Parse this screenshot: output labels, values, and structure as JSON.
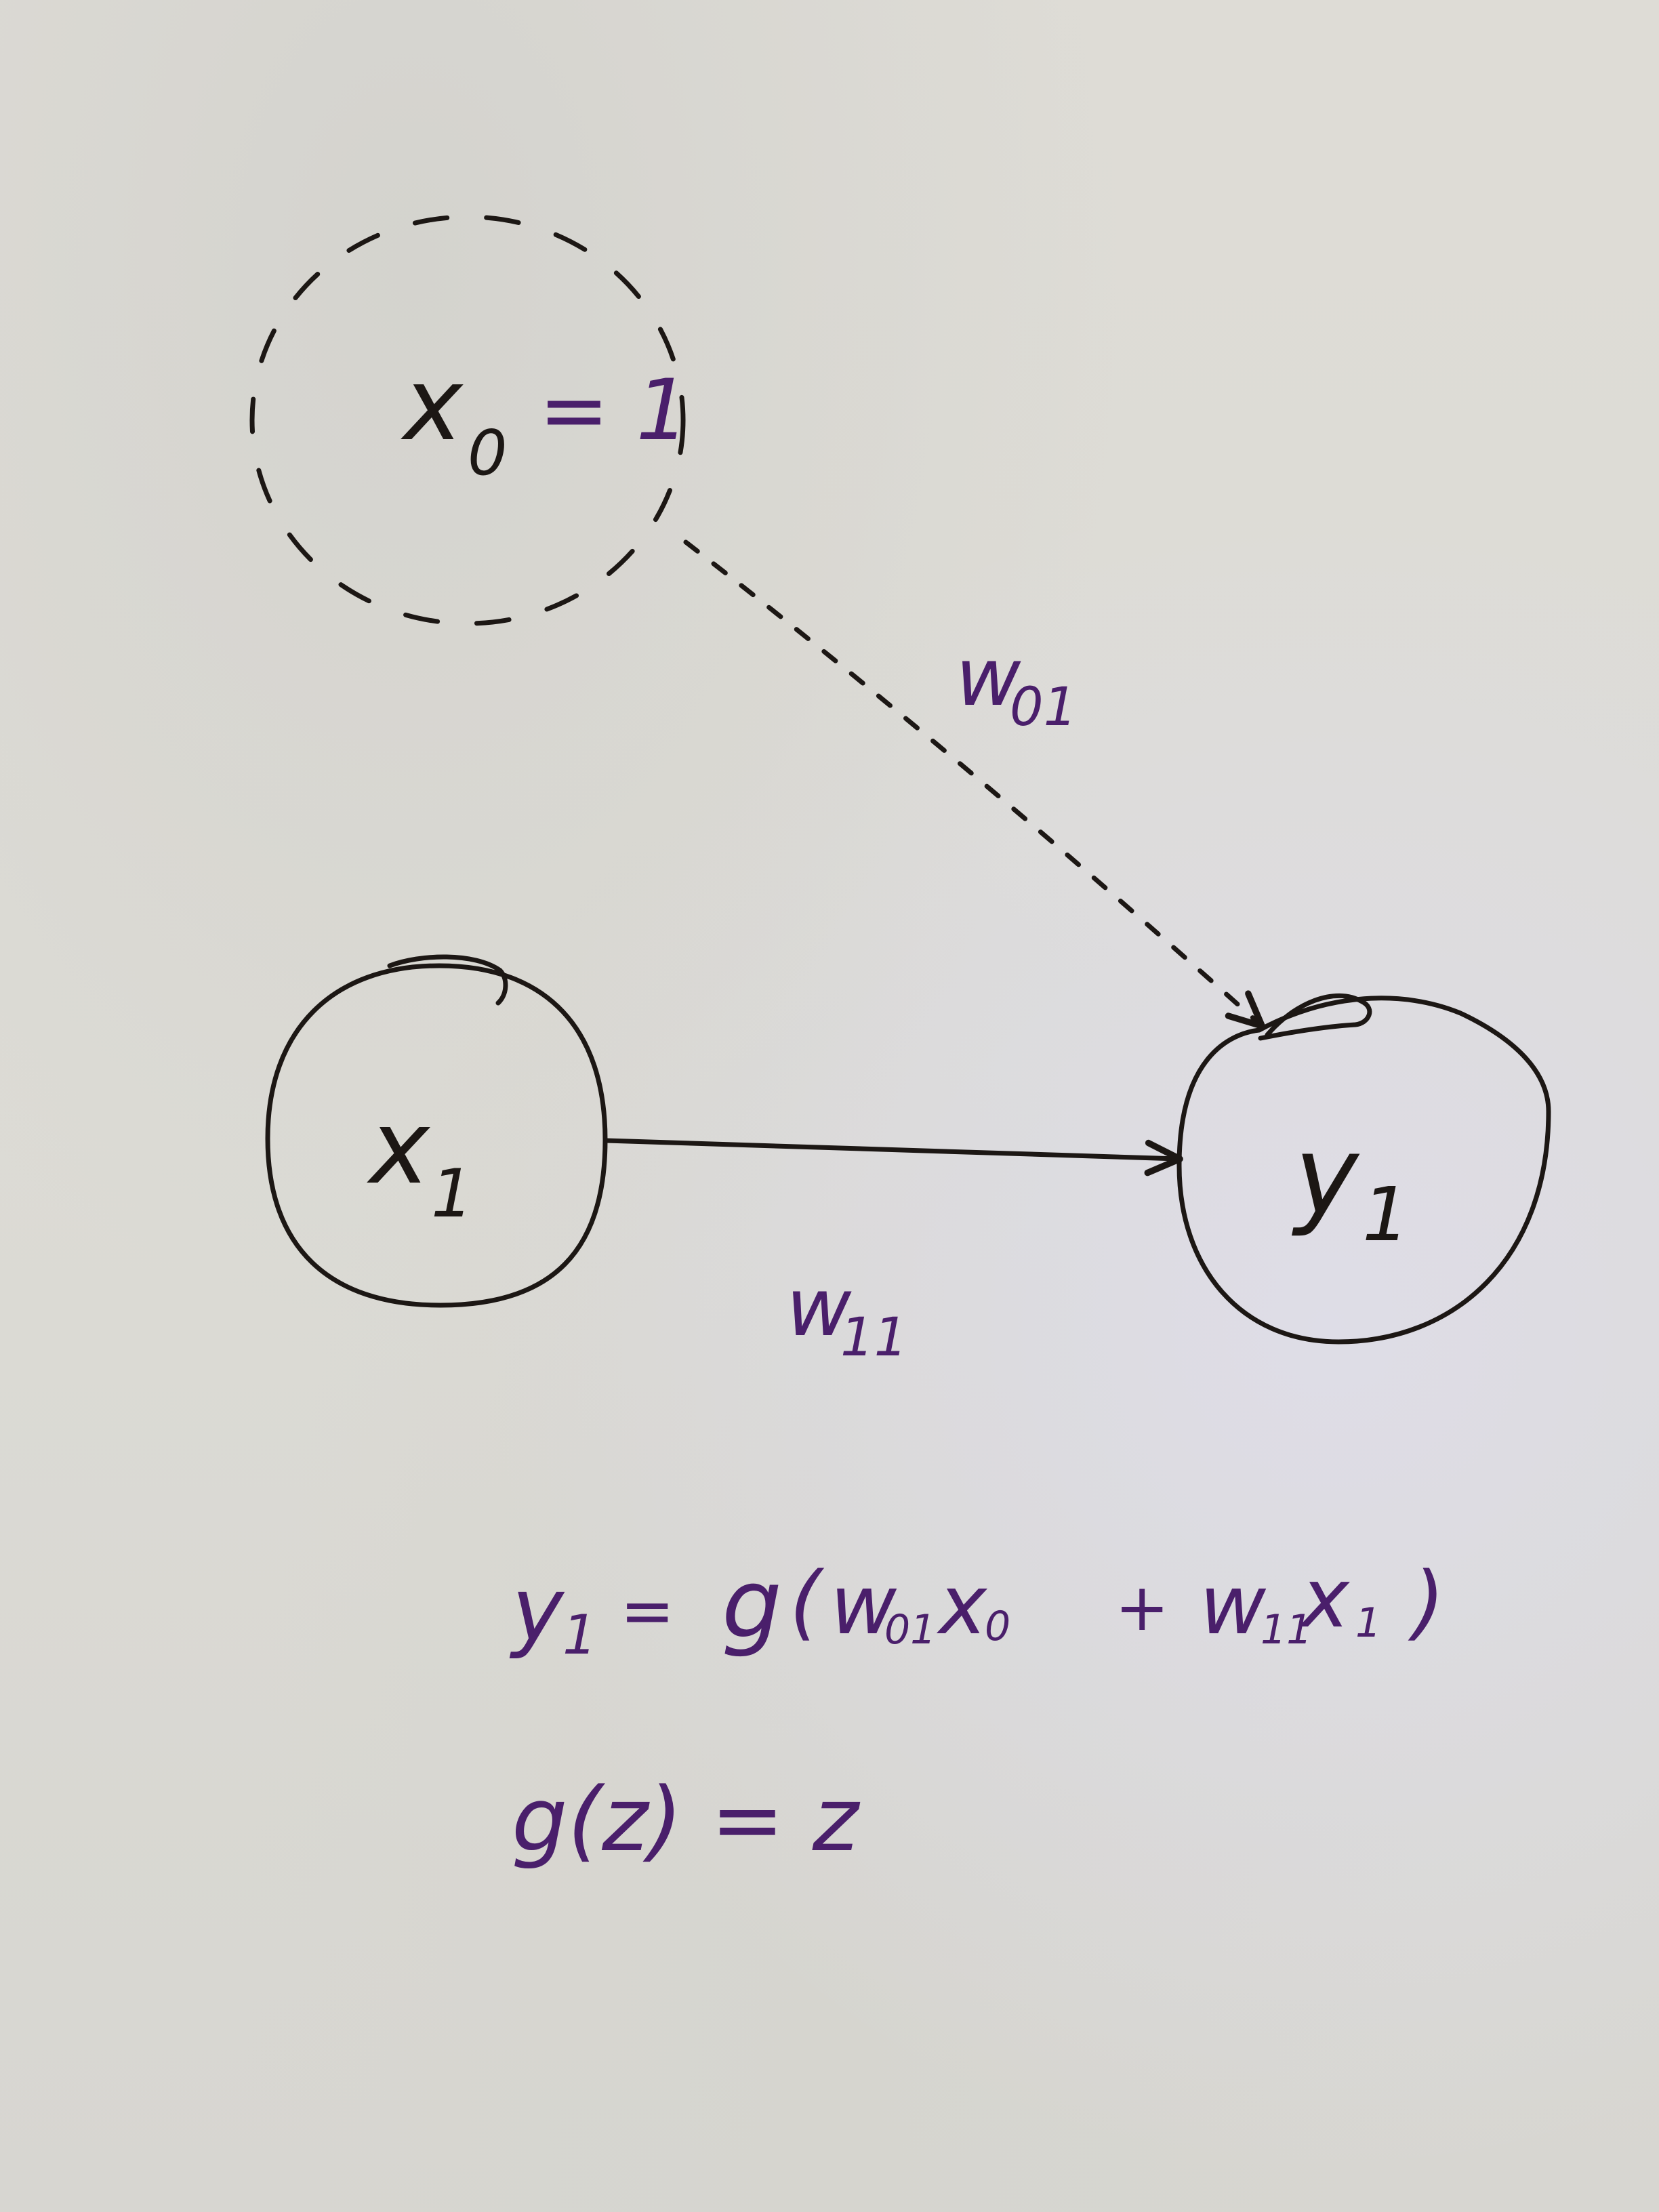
{
  "nodes": {
    "bias": {
      "var": "x",
      "sub": "0",
      "rest": "= 1"
    },
    "input": {
      "var": "x",
      "sub": "1"
    },
    "output": {
      "var": "y",
      "sub": "1"
    }
  },
  "edges": {
    "bias_weight": {
      "var": "w",
      "sub": "01"
    },
    "input_weight": {
      "var": "w",
      "sub": "11"
    }
  },
  "equations": {
    "line1": {
      "lhs_var": "y",
      "lhs_sub": "1",
      "eq": "=",
      "func": "g",
      "open": "(",
      "w1": "w",
      "w1_sub": "01",
      "x1": "x",
      "x1_sub": "0",
      "plus": "+",
      "w2": "w",
      "w2_sub": "11",
      "x2": "x",
      "x2_sub": "1",
      "close": ")"
    },
    "line2": {
      "text": "g(z) = z"
    }
  },
  "colors": {
    "ink_black": "#1c1714",
    "ink_purple": "#4a1f6b",
    "paper": "#dcdbd6"
  }
}
